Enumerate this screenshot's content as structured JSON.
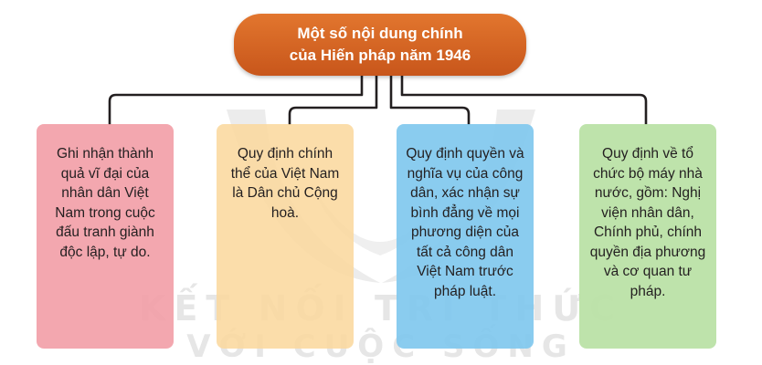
{
  "title": {
    "line1": "Một số nội dung chính",
    "line2": "của Hiến pháp năm 1946"
  },
  "boxes": [
    {
      "text": "Ghi nhận thành quả vĩ đại của nhân dân Việt Nam trong cuộc đấu tranh giành độc lập, tự do."
    },
    {
      "text": "Quy định chính thể của Việt Nam là Dân chủ Cộng hoà."
    },
    {
      "text": "Quy định quyền và nghĩa vụ của công dân, xác nhận sự bình đẳng về mọi phương diện của tất cả công dân Việt Nam trước pháp luật."
    },
    {
      "text": "Quy định về tổ chức bộ máy nhà nước, gồm: Nghị viện nhân dân, Chính phủ, chính quyền địa phương và cơ quan tư pháp."
    }
  ],
  "watermark": {
    "line1": "KẾT NỐI TRI THỨC",
    "line2": "VỚI CUỘC SỐNG"
  },
  "colors": {
    "title_bg": "#d4622a",
    "box1": "#f2a0a8",
    "box2": "#fad89e",
    "box3": "#80c8ee",
    "box4": "#bae2a6",
    "connector": "#231f20"
  }
}
